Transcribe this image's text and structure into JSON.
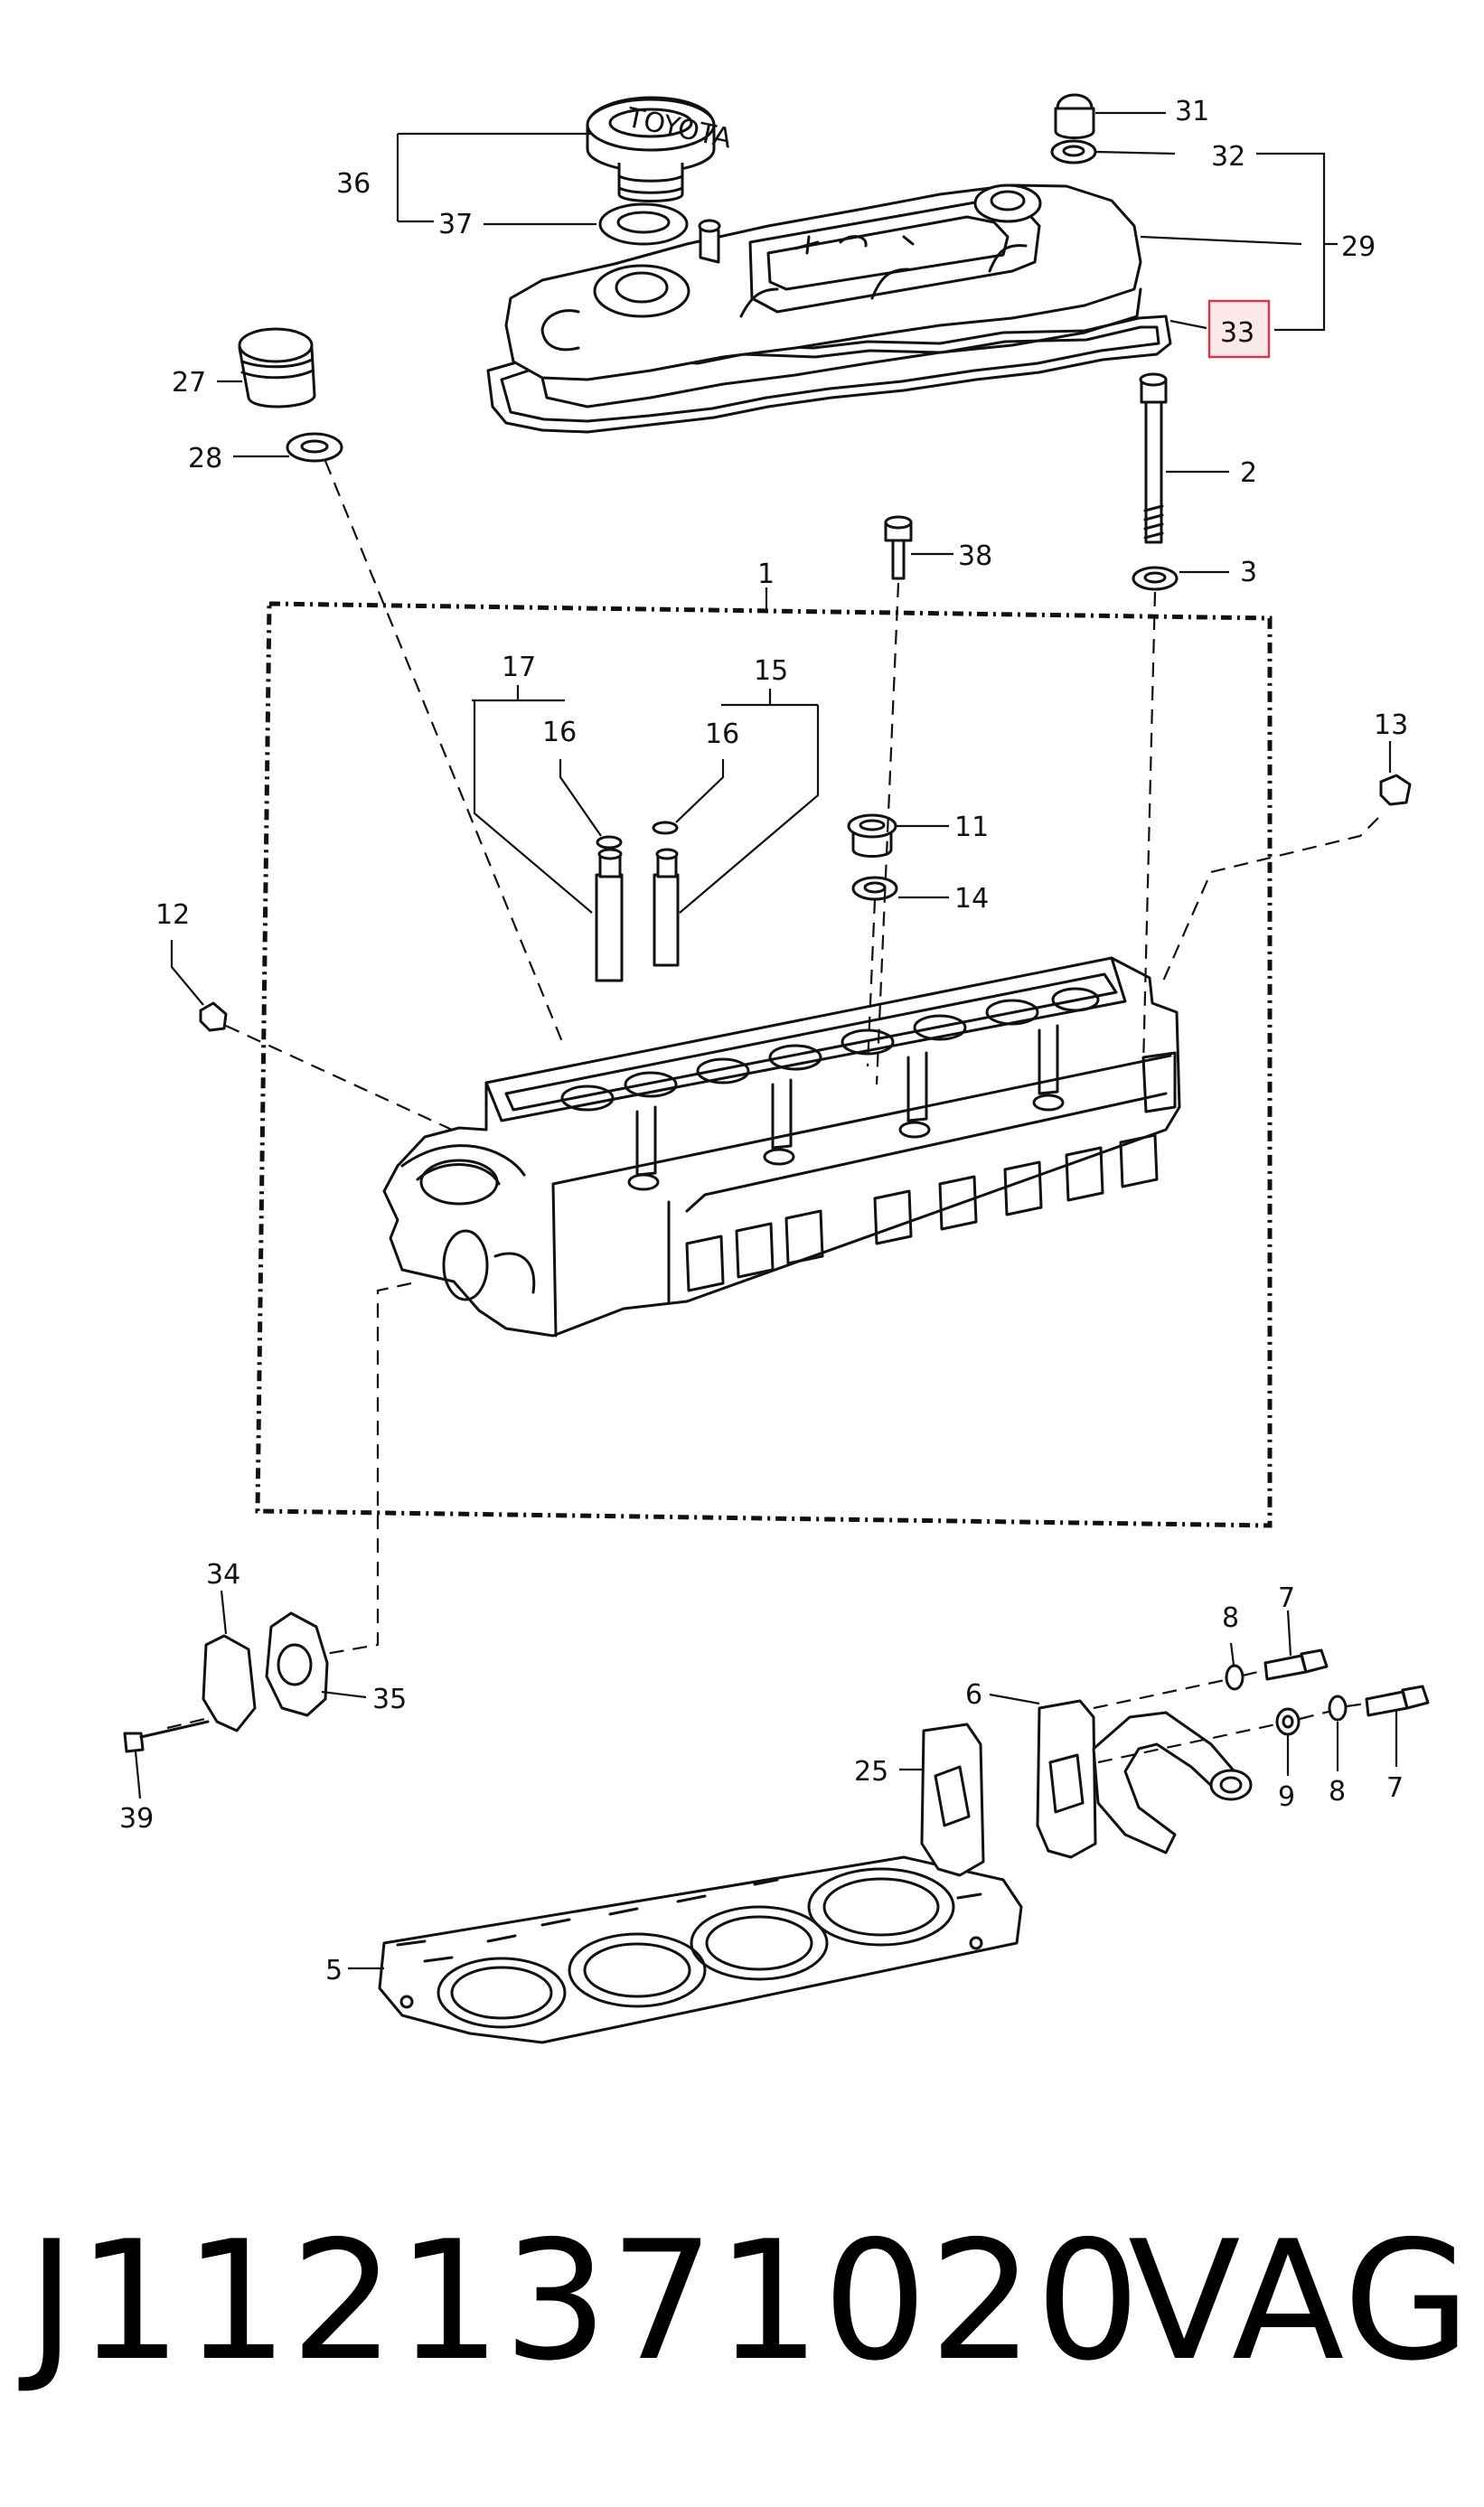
{
  "callouts": {
    "c1": "1",
    "c2": "2",
    "c3": "3",
    "c5": "5",
    "c6": "6",
    "c7a": "7",
    "c7b": "7",
    "c8a": "8",
    "c8b": "8",
    "c9": "9",
    "c11": "11",
    "c12": "12",
    "c13": "13",
    "c14": "14",
    "c15": "15",
    "c16a": "16",
    "c16b": "16",
    "c17": "17",
    "c25": "25",
    "c27": "27",
    "c28": "28",
    "c29": "29",
    "c31": "31",
    "c32": "32",
    "c33": "33",
    "c34": "34",
    "c35": "35",
    "c36": "36",
    "c37": "37",
    "c38": "38",
    "c39": "39"
  },
  "cap_logo": "TOYOTA",
  "highlight_color": "#d33b4a",
  "footer": {
    "part_number": "J1121371020",
    "brand": "VAG"
  }
}
